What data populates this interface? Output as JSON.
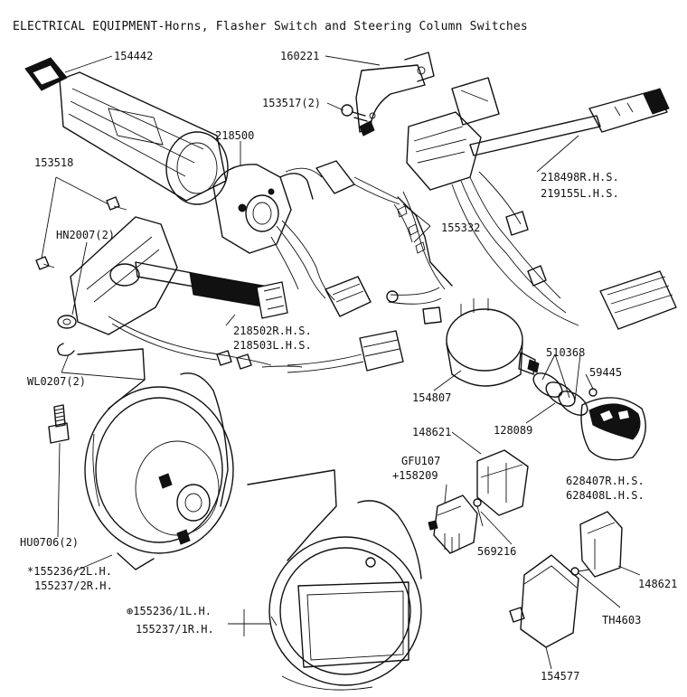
{
  "title": "ELECTRICAL EQUIPMENT-Horns, Flasher Switch and Steering Column Switches",
  "labels": {
    "p154442": "154442",
    "p160221": "160221",
    "p153517": "153517(2)",
    "p218500": "218500",
    "p153518": "153518",
    "p218498": "218498R.H.S.",
    "p219155": "219155L.H.S.",
    "p155332": "155332",
    "hn2007": "HN2007(2)",
    "p218502": "218502R.H.S.",
    "p218503": "218503L.H.S.",
    "p510368": "510368",
    "p59445": "59445",
    "wl0207": "WL0207(2)",
    "p154807": "154807",
    "p128089": "128089",
    "p148621a": "148621",
    "gfu107": "GFU107",
    "p158209": "+158209",
    "p628407": "628407R.H.S.",
    "p628408": "628408L.H.S.",
    "hu0706": "HU0706(2)",
    "p569216": "569216",
    "p155236a": "*155236/2L.H.",
    "p155237a": "155237/2R.H.",
    "p148621b": "148621",
    "p155236b": "⊕155236/1L.H.",
    "p155237b": "155237/1R.H.",
    "th4603": "TH4603",
    "p154577": "154577"
  }
}
